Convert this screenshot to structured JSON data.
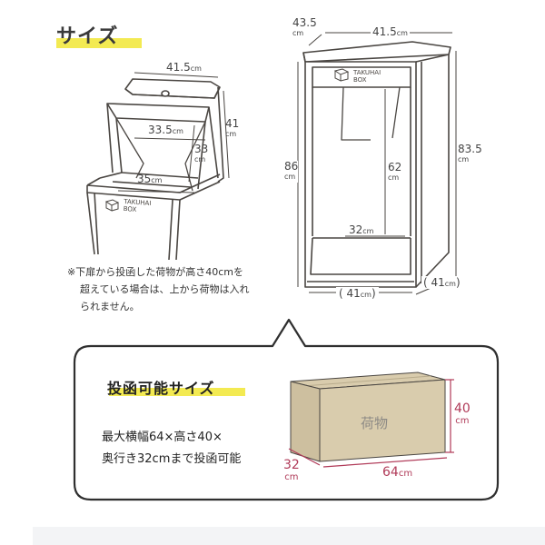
{
  "title": "サイズ",
  "box_label_line1": "TAKUHAI",
  "box_label_line2": "BOX",
  "left_diagram": {
    "width": "41.5",
    "width_unit": "cm",
    "height": "41",
    "height_unit": "cm",
    "inner_width": "33.5",
    "inner_width_unit": "cm",
    "inner_height": "33",
    "inner_height_unit": "cm",
    "inner_depth": "35",
    "inner_depth_unit": "cm"
  },
  "right_diagram": {
    "top_depth": "43.5",
    "top_depth_unit": "cm",
    "top_width": "41.5",
    "top_width_unit": "cm",
    "height": "86",
    "height_unit": "cm",
    "total_height": "83.5",
    "total_height_unit": "cm",
    "inner_height": "62",
    "inner_height_unit": "cm",
    "inner_depth": "32",
    "inner_depth_unit": "cm",
    "bottom_width": "41",
    "bottom_width_unit": "cm",
    "bottom_depth": "41",
    "bottom_depth_unit": "cm"
  },
  "note": {
    "line1": "※下扉から投函した荷物が高さ40cmを",
    "line2": "超えている場合は、上から荷物は入れ",
    "line3": "られません。"
  },
  "capacity": {
    "title": "投函可能サイズ",
    "line1": "最大横幅64×高さ40×",
    "line2": "奥行き32cmまで投函可能",
    "package_label": "荷物",
    "height": "40",
    "height_unit": "cm",
    "width": "64",
    "width_unit": "cm",
    "depth": "32",
    "depth_unit": "cm"
  },
  "colors": {
    "highlight": "#f3ea52",
    "line": "#4a4642",
    "package_fill": "#d9ccad",
    "package_dim": "#b03a58"
  }
}
